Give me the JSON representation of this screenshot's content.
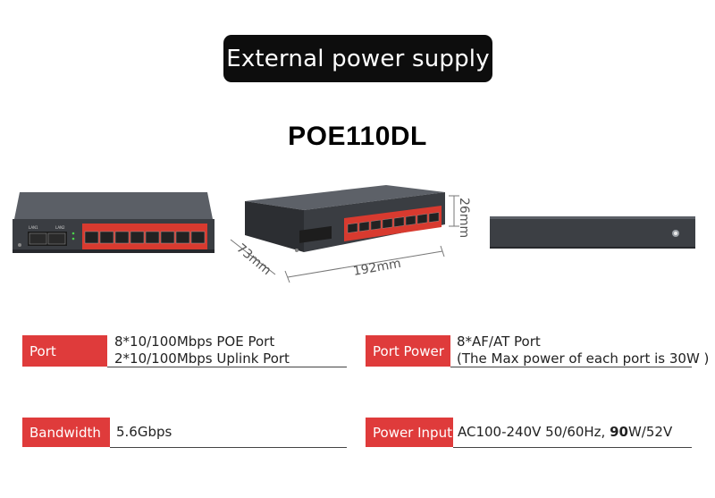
{
  "banner": {
    "text": "External power supply"
  },
  "product": {
    "model": "POE110DL"
  },
  "dimensions": {
    "height": "26mm",
    "width": "192mm",
    "depth": "73mm"
  },
  "device": {
    "uplink_labels": [
      "LAN1",
      "LAN2"
    ]
  },
  "specs": {
    "port": {
      "label": "Port",
      "line1": "8*10/100Mbps POE Port",
      "line2": "2*10/100Mbps Uplink Port"
    },
    "port_power": {
      "label": "Port Power",
      "line1": "8*AF/AT Port",
      "line2": "(The Max power of each port is 30W )"
    },
    "bandwidth": {
      "label": "Bandwidth",
      "value": "5.6Gbps"
    },
    "power_input": {
      "label": "Power Input",
      "value_pre": "AC100-240V 50/60Hz, ",
      "value_bold": "90",
      "value_post": "W/52V"
    }
  },
  "colors": {
    "accent": "#df3b3b",
    "banner_bg": "#0d0d0d",
    "device_body": "#3a3d42",
    "port_panel": "#d83a2f"
  }
}
